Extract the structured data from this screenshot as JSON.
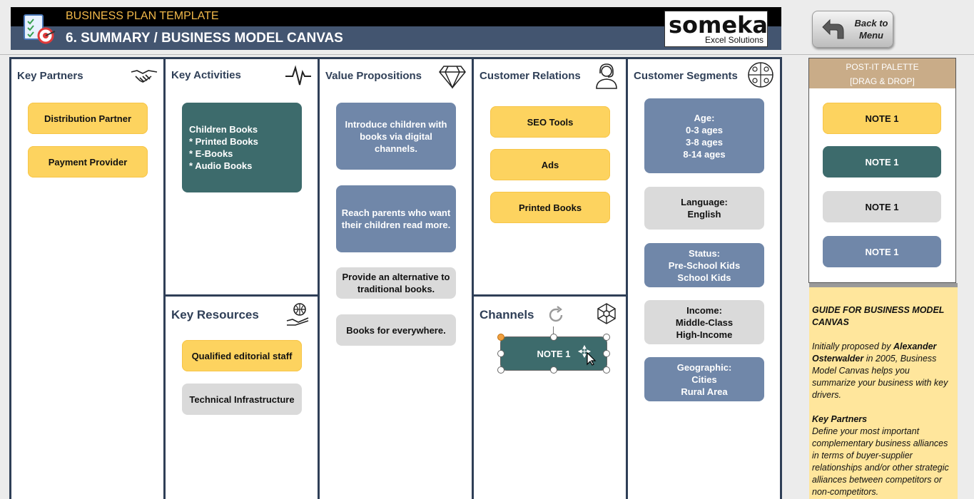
{
  "header": {
    "template_title": "BUSINESS PLAN TEMPLATE",
    "page_title": "6. SUMMARY / BUSINESS MODEL CANVAS",
    "brand_name": "someka",
    "brand_sub": "Excel Solutions",
    "back_button": "Back to Menu"
  },
  "canvas": {
    "key_partners": {
      "title": "Key Partners",
      "icon": "handshake-icon",
      "notes": [
        "Distribution Partner",
        "Payment Provider"
      ]
    },
    "key_activities": {
      "title": "Key Activities",
      "icon": "pulse-icon",
      "note": "Children Books\n* Printed Books\n* E-Books\n* Audio Books"
    },
    "key_resources": {
      "title": "Key Resources",
      "icon": "globe-hand-icon",
      "notes": [
        "Qualified editorial staff",
        "Technical Infrastructure"
      ]
    },
    "value_propositions": {
      "title": "Value Propositions",
      "icon": "diamond-icon",
      "notes": [
        "Introduce  children with books via digital channels.",
        "Reach parents who want their children read more.",
        "Provide an alternative to traditional books.",
        "Books for everywhere."
      ]
    },
    "customer_relations": {
      "title": "Customer Relations",
      "icon": "support-agent-icon",
      "notes": [
        "SEO Tools",
        "Ads",
        "Printed Books"
      ]
    },
    "channels": {
      "title": "Channels",
      "icon": "network-icon",
      "note": "NOTE 1"
    },
    "customer_segments": {
      "title": "Customer Segments",
      "icon": "audience-icon",
      "notes": [
        "Age:\n0-3 ages\n3-8 ages\n8-14 ages",
        "Language:\nEnglish",
        "Status:\nPre-School Kids\nSchool Kids",
        "Income:\nMiddle-Class\nHigh-Income",
        "Geographic:\nCities\nRural Area"
      ]
    }
  },
  "palette": {
    "title_line1": "POST-IT PALETTE",
    "title_line2": "[DRAG & DROP]",
    "notes": [
      "NOTE 1",
      "NOTE 1",
      "NOTE 1",
      "NOTE 1"
    ]
  },
  "guide": {
    "heading": "GUIDE FOR BUSINESS MODEL CANVAS",
    "intro_pre": "Initially proposed by ",
    "intro_name": "Alexander Osterwalder",
    "intro_post": " in 2005, Business Model Canvas helps you summarize your business with key drivers.",
    "section_title": "Key Partners",
    "section_text": "Define your most important complementary business alliances in terms of buyer-supplier relationships and/or other strategic alliances between competitors or non-competitors."
  },
  "colors": {
    "yellow": "#fdd35f",
    "teal": "#3d6b6c",
    "gray": "#dadada",
    "blue": "#7087a9",
    "navy": "#2f3f57"
  }
}
